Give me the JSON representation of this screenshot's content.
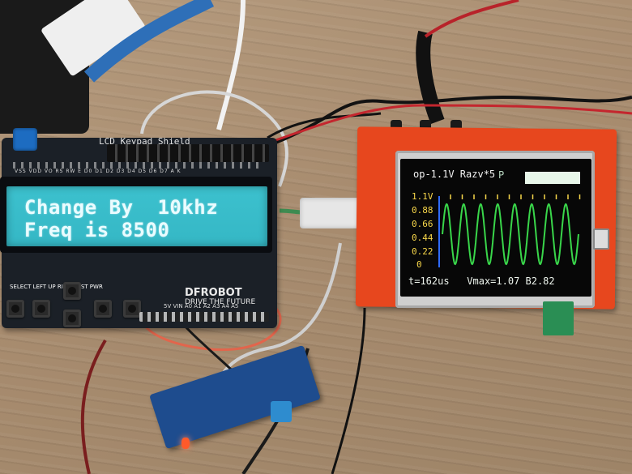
{
  "lcd": {
    "line1": "Change By  10khz",
    "line2": "Freq is 8500",
    "shield_label": "LCD Keypad Shield",
    "pin_labels": "VSS VDD VO RS RW E  D0 D1 D2 D3 D4 D5 D6 D7 A  K",
    "keypad_labels": "SELECT LEFT   UP      RIGHT   RST   PWR",
    "brand": "DFROBOT",
    "brand_sub": "DRIVE THE FUTURE",
    "header_labels": "5V  VIN   A0 A1 A2 A3 A4 A5"
  },
  "scope": {
    "title": "op-1.1V Razv*5",
    "box_text": "P",
    "y_labels": [
      "1.1V",
      "0.88",
      "0.66",
      "0.44",
      "0.22",
      "0"
    ],
    "footer_left": "t=162us",
    "footer_right": "Vmax=1.07 B2.82",
    "trace_color": "#39d64a",
    "label_color": "#f7d64a",
    "marker_color": "#f7d64a",
    "axis_color": "#2f6cff"
  }
}
